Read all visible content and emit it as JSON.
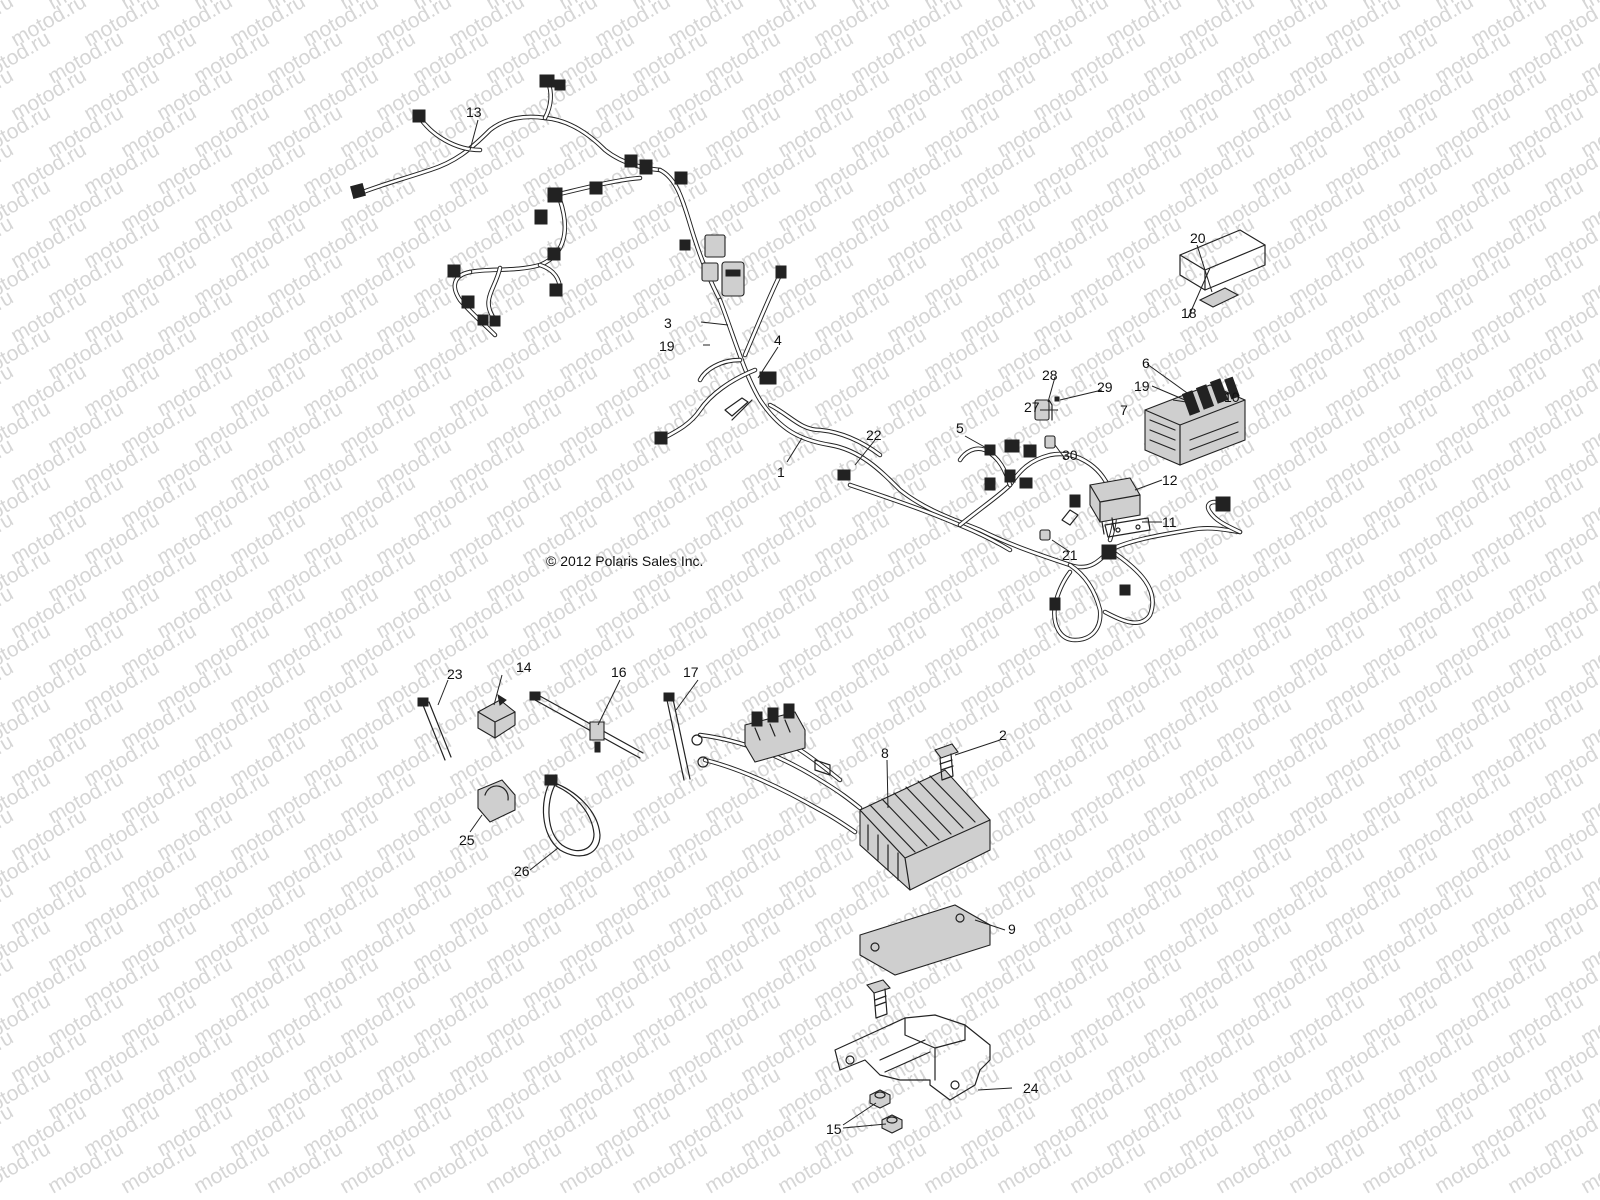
{
  "watermark": {
    "text": "motod.ru"
  },
  "copyright": "© 2012 Polaris Sales Inc.",
  "callouts": {
    "c1": "1",
    "c2": "2",
    "c3": "3",
    "c4": "4",
    "c5": "5",
    "c6": "6",
    "c7": "7",
    "c8": "8",
    "c9": "9",
    "c10": "10",
    "c11": "11",
    "c12": "12",
    "c13": "13",
    "c14": "14",
    "c15": "15",
    "c16": "16",
    "c17": "17",
    "c18": "18",
    "c19a": "19",
    "c19b": "19",
    "c20": "20",
    "c21": "21",
    "c22": "22",
    "c23": "23",
    "c24": "24",
    "c25": "25",
    "c26": "26",
    "c27": "27",
    "c28": "28",
    "c29": "29",
    "c30": "30"
  }
}
